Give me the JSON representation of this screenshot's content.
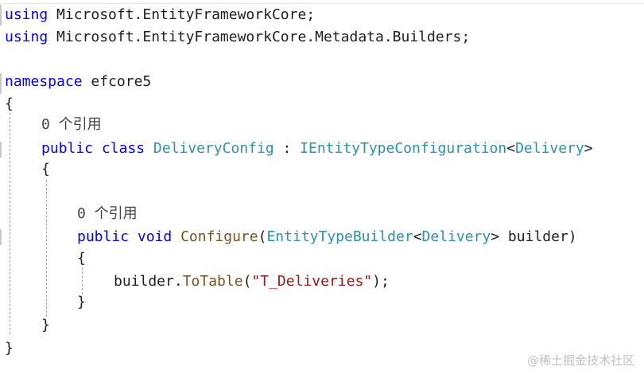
{
  "code": {
    "line1": {
      "kw": "using",
      "rest": " Microsoft.EntityFrameworkCore;"
    },
    "line2": {
      "kw": "using",
      "rest": " Microsoft.EntityFrameworkCore.Metadata.Builders;"
    },
    "line3": {
      "kw": "namespace",
      "rest": " efcore5"
    },
    "line4": {
      "text": "{"
    },
    "lens1": "0 个引用",
    "line6": {
      "kw1": "public",
      "kw2": "class",
      "type1": "DeliveryConfig",
      "colon": " : ",
      "type2": "IEntityTypeConfiguration",
      "lt": "<",
      "type3": "Delivery",
      "gt": ">"
    },
    "line7": {
      "text": "{"
    },
    "lens2": "0 个引用",
    "line9": {
      "kw1": "public",
      "kw2": "void",
      "method": "Configure",
      "lp": "(",
      "type1": "EntityTypeBuilder",
      "lt": "<",
      "type2": "Delivery",
      "gt": ">",
      "param": " builder",
      "rp": ")"
    },
    "line10": {
      "text": "{"
    },
    "line11": {
      "obj": "builder",
      "dot": ".",
      "method": "ToTable",
      "lp": "(",
      "str": "\"T_Deliveries\"",
      "end": ");"
    },
    "line12": {
      "text": "}"
    },
    "line13": {
      "text": "}"
    },
    "line14": {
      "text": "}"
    }
  },
  "watermark": "@稀土掘金技术社区"
}
